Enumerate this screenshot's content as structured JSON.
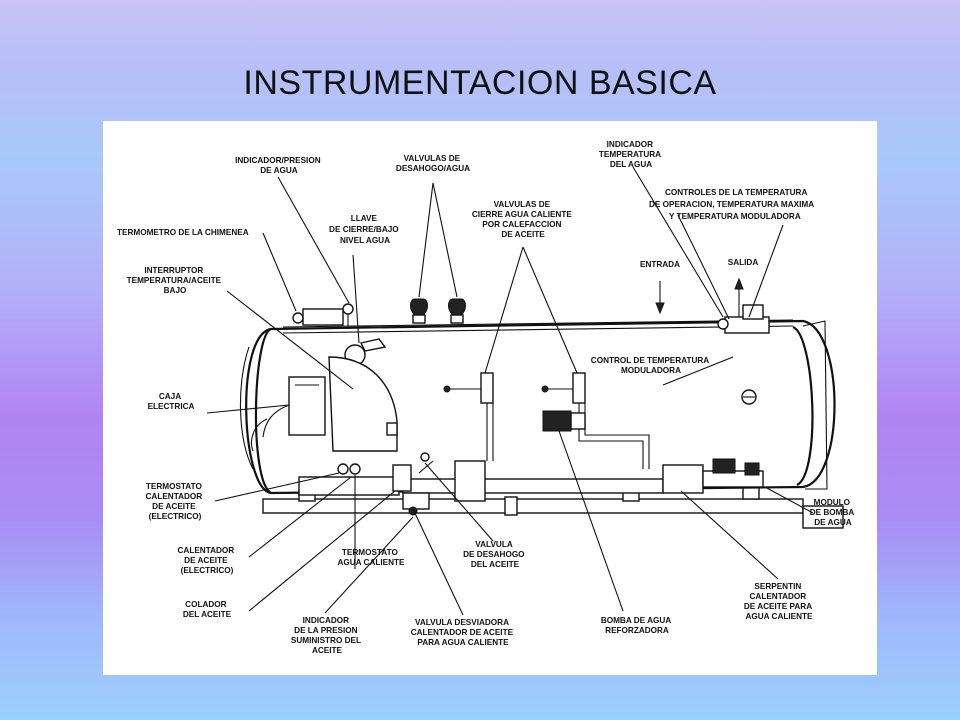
{
  "slide": {
    "title": "INSTRUMENTACION BASICA"
  },
  "labels": {
    "indicador_presion": [
      "INDICADOR/PRESION",
      "DE AGUA"
    ],
    "valvulas_desahogo": [
      "VALVULAS DE",
      "DESAHOGO/AGUA"
    ],
    "indicador_temperatura": [
      "INDICADOR",
      "TEMPERATURA",
      "DEL AGUA"
    ],
    "controles_temperatura": [
      "CONTROLES DE LA TEMPERATURA",
      "DE OPERACION, TEMPERATURA MAXIMA",
      "Y TEMPERATURA MODULADORA"
    ],
    "llave_cierre": [
      "LLAVE",
      "DE CIERRE/BAJO",
      "NIVEL AGUA"
    ],
    "valvulas_cierre": [
      "VALVULAS DE",
      "CIERRE AGUA CALIENTE",
      "POR CALEFACCION",
      "DE ACEITE"
    ],
    "termometro_chimenea": [
      "TERMOMETRO DE LA CHIMENEA"
    ],
    "entrada": [
      "ENTRADA"
    ],
    "salida": [
      "SALIDA"
    ],
    "interruptor": [
      "INTERRUPTOR",
      "TEMPERATURA/ACEITE",
      "BAJO"
    ],
    "control_moduladora": [
      "CONTROL DE TEMPERATURA",
      "MODULADORA"
    ],
    "caja_electrica": [
      "CAJA",
      "ELECTRICA"
    ],
    "termostato_calentador": [
      "TERMOSTATO",
      "CALENTADOR",
      "DE ACEITE",
      "(ELECTRICO)"
    ],
    "modulo_bomba": [
      "MODULO",
      "DE BOMBA",
      "DE AGUA"
    ],
    "calentador_aceite": [
      "CALENTADOR",
      "DE ACEITE",
      "(ELECTRICO)"
    ],
    "termostato_agua": [
      "TERMOSTATO",
      "AGUA CALIENTE"
    ],
    "valvula_desahogo_aceite": [
      "VALVULA",
      "DE DESAHOGO",
      "DEL ACEITE"
    ],
    "serpentin": [
      "SERPENTIN",
      "CALENTADOR",
      "DE ACEITE PARA",
      "AGUA CALIENTE"
    ],
    "colador": [
      "COLADOR",
      "DEL ACEITE"
    ],
    "indicador_presion_aceite": [
      "INDICADOR",
      "DE LA PRESION",
      "SUMINISTRO DEL",
      "ACEITE"
    ],
    "valvula_desviadora": [
      "VALVULA DESVIADORA",
      "CALENTADOR DE ACEITE",
      "PARA AGUA CALIENTE"
    ],
    "bomba_agua": [
      "BOMBA DE AGUA",
      "REFORZADORA"
    ]
  }
}
